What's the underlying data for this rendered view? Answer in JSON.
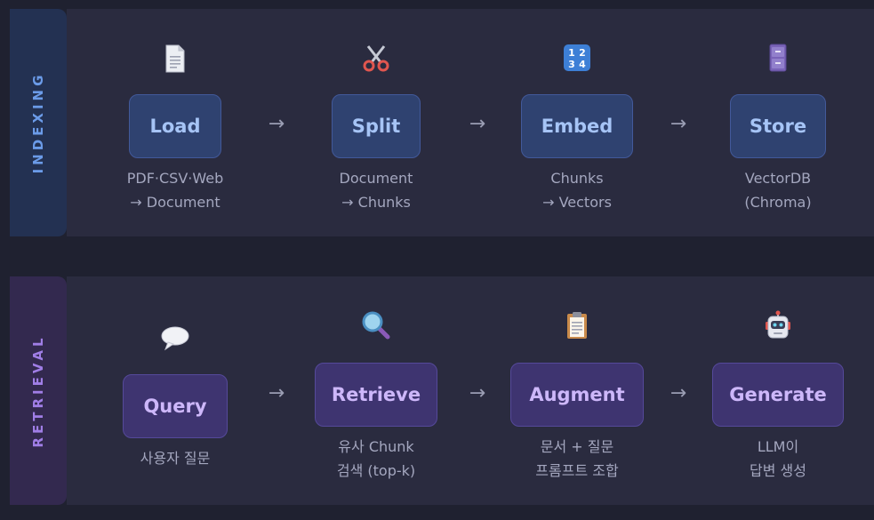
{
  "indexing": {
    "label": "INDEXING",
    "steps": [
      {
        "name": "Load",
        "icon": "document-icon",
        "sub": [
          "PDF·CSV·Web",
          "→ Document"
        ]
      },
      {
        "name": "Split",
        "icon": "scissors-icon",
        "sub": [
          "Document",
          "→ Chunks"
        ]
      },
      {
        "name": "Embed",
        "icon": "numbers-icon",
        "sub": [
          "Chunks",
          "→ Vectors"
        ]
      },
      {
        "name": "Store",
        "icon": "file-cabinet-icon",
        "sub": [
          "VectorDB",
          "(Chroma)"
        ]
      }
    ],
    "arrow": "→"
  },
  "retrieval": {
    "label": "RETRIEVAL",
    "steps": [
      {
        "name": "Query",
        "icon": "speech-bubble-icon",
        "sub": [
          "사용자 질문"
        ]
      },
      {
        "name": "Retrieve",
        "icon": "magnifier-icon",
        "sub": [
          "유사 Chunk",
          "검색 (top-k)"
        ]
      },
      {
        "name": "Augment",
        "icon": "clipboard-icon",
        "sub": [
          "문서 + 질문",
          "프롬프트 조합"
        ]
      },
      {
        "name": "Generate",
        "icon": "robot-icon",
        "sub": [
          "LLM이",
          "답변 생성"
        ]
      }
    ],
    "arrow": "→"
  }
}
